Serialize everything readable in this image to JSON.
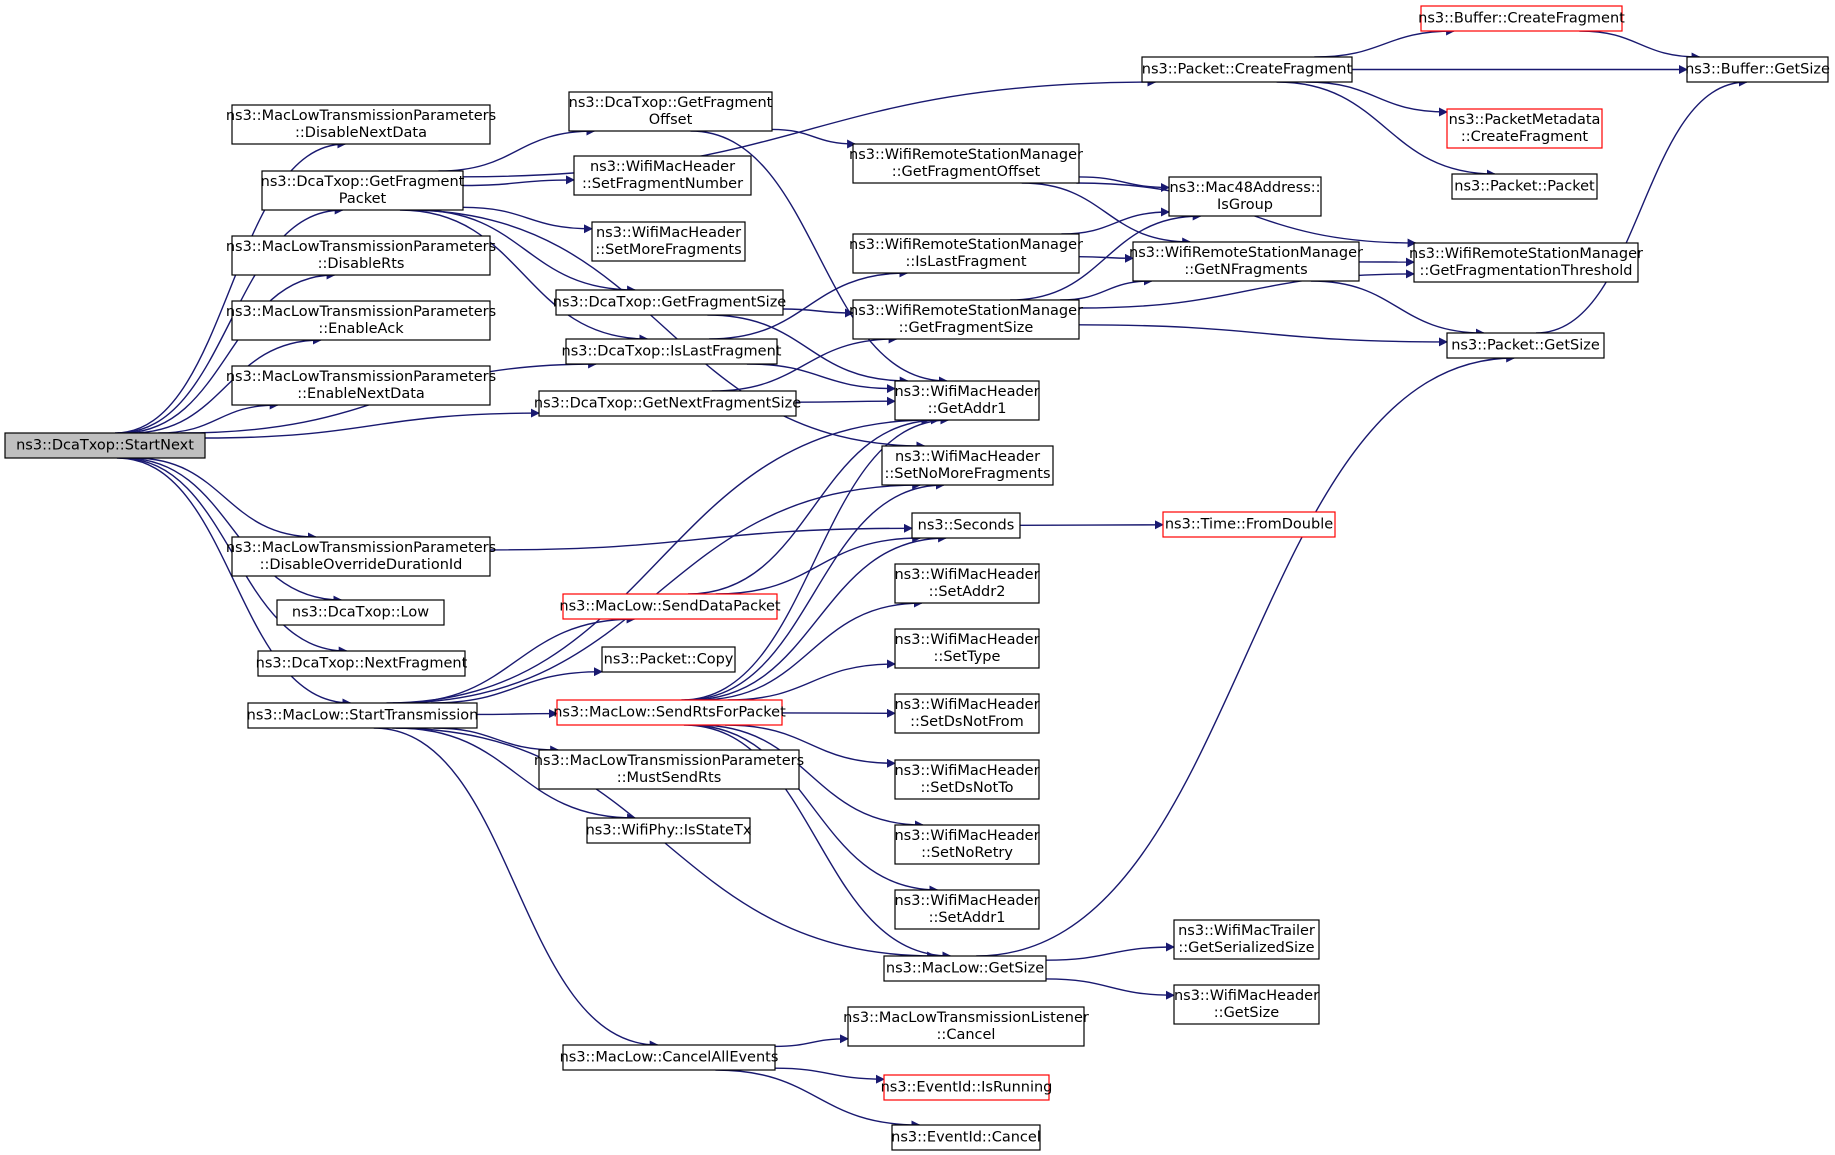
{
  "colors": {
    "edge": "#191970",
    "border": "#000000",
    "border_missing": "#ff0000",
    "root_fill": "#bfbfbf",
    "fill": "#ffffff"
  },
  "nodes": [
    {
      "id": "n0",
      "lines": [
        "ns3::DcaTxop::StartNext"
      ],
      "root": true
    },
    {
      "id": "n1",
      "lines": [
        "ns3::MacLowTransmissionParameters",
        "::DisableNextData"
      ]
    },
    {
      "id": "n2",
      "lines": [
        "ns3::DcaTxop::GetFragment",
        "Packet"
      ]
    },
    {
      "id": "n3",
      "lines": [
        "ns3::MacLowTransmissionParameters",
        "::DisableRts"
      ]
    },
    {
      "id": "n4",
      "lines": [
        "ns3::MacLowTransmissionParameters",
        "::EnableAck"
      ]
    },
    {
      "id": "n5",
      "lines": [
        "ns3::MacLowTransmissionParameters",
        "::EnableNextData"
      ]
    },
    {
      "id": "n6",
      "lines": [
        "ns3::MacLowTransmissionParameters",
        "::DisableOverrideDurationId"
      ]
    },
    {
      "id": "n7",
      "lines": [
        "ns3::DcaTxop::Low"
      ]
    },
    {
      "id": "n8",
      "lines": [
        "ns3::DcaTxop::NextFragment"
      ]
    },
    {
      "id": "n9",
      "lines": [
        "ns3::MacLow::StartTransmission"
      ]
    },
    {
      "id": "n10",
      "lines": [
        "ns3::DcaTxop::GetFragment",
        "Offset"
      ]
    },
    {
      "id": "n11",
      "lines": [
        "ns3::WifiMacHeader",
        "::SetFragmentNumber"
      ]
    },
    {
      "id": "n12",
      "lines": [
        "ns3::WifiMacHeader",
        "::SetMoreFragments"
      ]
    },
    {
      "id": "n13",
      "lines": [
        "ns3::DcaTxop::GetFragmentSize"
      ]
    },
    {
      "id": "n14",
      "lines": [
        "ns3::DcaTxop::IsLastFragment"
      ]
    },
    {
      "id": "n15",
      "lines": [
        "ns3::DcaTxop::GetNextFragmentSize"
      ]
    },
    {
      "id": "n16",
      "lines": [
        "ns3::MacLow::SendDataPacket"
      ],
      "missing": true
    },
    {
      "id": "n17",
      "lines": [
        "ns3::Packet::Copy"
      ]
    },
    {
      "id": "n18",
      "lines": [
        "ns3::MacLow::SendRtsForPacket"
      ],
      "missing": true
    },
    {
      "id": "n19",
      "lines": [
        "ns3::MacLowTransmissionParameters",
        "::MustSendRts"
      ]
    },
    {
      "id": "n20",
      "lines": [
        "ns3::WifiPhy::IsStateTx"
      ]
    },
    {
      "id": "n21",
      "lines": [
        "ns3::MacLow::CancelAllEvents"
      ]
    },
    {
      "id": "n22",
      "lines": [
        "ns3::Packet::CreateFragment"
      ]
    },
    {
      "id": "n23",
      "lines": [
        "ns3::WifiRemoteStationManager",
        "::GetFragmentOffset"
      ]
    },
    {
      "id": "n24",
      "lines": [
        "ns3::WifiRemoteStationManager",
        "::IsLastFragment"
      ]
    },
    {
      "id": "n25",
      "lines": [
        "ns3::WifiRemoteStationManager",
        "::GetFragmentSize"
      ]
    },
    {
      "id": "n26",
      "lines": [
        "ns3::WifiMacHeader",
        "::GetAddr1"
      ]
    },
    {
      "id": "n27",
      "lines": [
        "ns3::WifiMacHeader",
        "::SetNoMoreFragments"
      ]
    },
    {
      "id": "n28",
      "lines": [
        "ns3::Seconds"
      ]
    },
    {
      "id": "n29",
      "lines": [
        "ns3::WifiMacHeader",
        "::SetAddr2"
      ]
    },
    {
      "id": "n30",
      "lines": [
        "ns3::WifiMacHeader",
        "::SetType"
      ]
    },
    {
      "id": "n31",
      "lines": [
        "ns3::WifiMacHeader",
        "::SetDsNotFrom"
      ]
    },
    {
      "id": "n32",
      "lines": [
        "ns3::WifiMacHeader",
        "::SetDsNotTo"
      ]
    },
    {
      "id": "n33",
      "lines": [
        "ns3::WifiMacHeader",
        "::SetNoRetry"
      ]
    },
    {
      "id": "n34",
      "lines": [
        "ns3::WifiMacHeader",
        "::SetAddr1"
      ]
    },
    {
      "id": "n35",
      "lines": [
        "ns3::MacLow::GetSize"
      ]
    },
    {
      "id": "n36",
      "lines": [
        "ns3::MacLowTransmissionListener",
        "::Cancel"
      ]
    },
    {
      "id": "n37",
      "lines": [
        "ns3::EventId::IsRunning"
      ],
      "missing": true
    },
    {
      "id": "n38",
      "lines": [
        "ns3::EventId::Cancel"
      ]
    },
    {
      "id": "n39",
      "lines": [
        "ns3::Mac48Address::",
        "IsGroup"
      ]
    },
    {
      "id": "n40",
      "lines": [
        "ns3::WifiRemoteStationManager",
        "::GetNFragments"
      ]
    },
    {
      "id": "n41",
      "lines": [
        "ns3::Time::FromDouble"
      ],
      "missing": true
    },
    {
      "id": "n42",
      "lines": [
        "ns3::WifiMacTrailer",
        "::GetSerializedSize"
      ]
    },
    {
      "id": "n43",
      "lines": [
        "ns3::WifiMacHeader",
        "::GetSize"
      ]
    },
    {
      "id": "n44",
      "lines": [
        "ns3::Buffer::CreateFragment"
      ],
      "missing": true
    },
    {
      "id": "n45",
      "lines": [
        "ns3::PacketMetadata",
        "::CreateFragment"
      ],
      "missing": true
    },
    {
      "id": "n46",
      "lines": [
        "ns3::Packet::Packet"
      ]
    },
    {
      "id": "n47",
      "lines": [
        "ns3::WifiRemoteStationManager",
        "::GetFragmentationThreshold"
      ]
    },
    {
      "id": "n48",
      "lines": [
        "ns3::Packet::GetSize"
      ]
    },
    {
      "id": "n49",
      "lines": [
        "ns3::Buffer::GetSize"
      ]
    }
  ],
  "edges": [
    [
      "n0",
      "n1"
    ],
    [
      "n0",
      "n2"
    ],
    [
      "n0",
      "n3"
    ],
    [
      "n0",
      "n4"
    ],
    [
      "n0",
      "n5"
    ],
    [
      "n0",
      "n14"
    ],
    [
      "n0",
      "n15"
    ],
    [
      "n0",
      "n6"
    ],
    [
      "n0",
      "n7"
    ],
    [
      "n0",
      "n8"
    ],
    [
      "n0",
      "n9"
    ],
    [
      "n2",
      "n22"
    ],
    [
      "n2",
      "n10"
    ],
    [
      "n2",
      "n11"
    ],
    [
      "n2",
      "n12"
    ],
    [
      "n2",
      "n13"
    ],
    [
      "n2",
      "n14"
    ],
    [
      "n2",
      "n27"
    ],
    [
      "n10",
      "n23"
    ],
    [
      "n10",
      "n26"
    ],
    [
      "n13",
      "n25"
    ],
    [
      "n13",
      "n26"
    ],
    [
      "n14",
      "n24"
    ],
    [
      "n14",
      "n26"
    ],
    [
      "n15",
      "n25"
    ],
    [
      "n15",
      "n26"
    ],
    [
      "n6",
      "n28"
    ],
    [
      "n9",
      "n16"
    ],
    [
      "n9",
      "n17"
    ],
    [
      "n9",
      "n18"
    ],
    [
      "n9",
      "n19"
    ],
    [
      "n9",
      "n20"
    ],
    [
      "n9",
      "n21"
    ],
    [
      "n9",
      "n35"
    ],
    [
      "n9",
      "n26"
    ],
    [
      "n9",
      "n27"
    ],
    [
      "n16",
      "n26"
    ],
    [
      "n16",
      "n28"
    ],
    [
      "n18",
      "n26"
    ],
    [
      "n18",
      "n27"
    ],
    [
      "n18",
      "n28"
    ],
    [
      "n18",
      "n29"
    ],
    [
      "n18",
      "n30"
    ],
    [
      "n18",
      "n31"
    ],
    [
      "n18",
      "n32"
    ],
    [
      "n18",
      "n33"
    ],
    [
      "n18",
      "n34"
    ],
    [
      "n18",
      "n35"
    ],
    [
      "n21",
      "n36"
    ],
    [
      "n21",
      "n37"
    ],
    [
      "n21",
      "n38"
    ],
    [
      "n22",
      "n44"
    ],
    [
      "n22",
      "n49"
    ],
    [
      "n22",
      "n45"
    ],
    [
      "n22",
      "n46"
    ],
    [
      "n23",
      "n39"
    ],
    [
      "n23",
      "n40"
    ],
    [
      "n23",
      "n47"
    ],
    [
      "n24",
      "n39"
    ],
    [
      "n24",
      "n40"
    ],
    [
      "n25",
      "n39"
    ],
    [
      "n25",
      "n40"
    ],
    [
      "n25",
      "n47"
    ],
    [
      "n25",
      "n48"
    ],
    [
      "n40",
      "n47"
    ],
    [
      "n40",
      "n48"
    ],
    [
      "n28",
      "n41"
    ],
    [
      "n35",
      "n42"
    ],
    [
      "n35",
      "n43"
    ],
    [
      "n35",
      "n48"
    ],
    [
      "n44",
      "n49"
    ],
    [
      "n48",
      "n49"
    ]
  ]
}
